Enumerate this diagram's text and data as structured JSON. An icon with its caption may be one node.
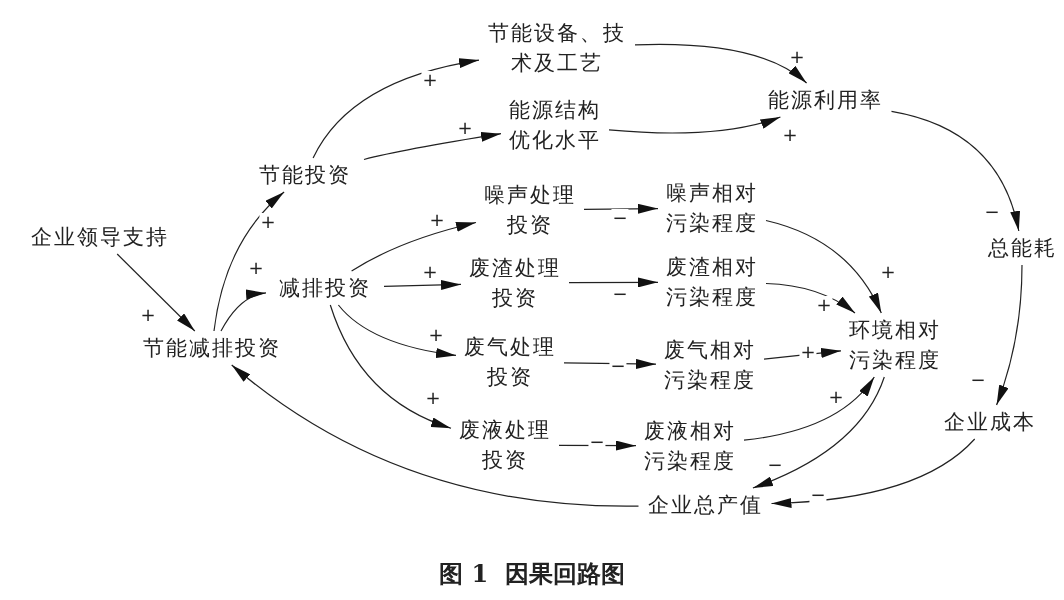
{
  "diagram": {
    "caption": "图 1  因果回路图",
    "nodes": [
      {
        "text": [
          "企业领导支持"
        ]
      },
      {
        "text": [
          "节能减排投资"
        ]
      },
      {
        "text": [
          "节能投资"
        ]
      },
      {
        "text": [
          "减排投资"
        ]
      },
      {
        "text": [
          "节能设备、技术及工艺"
        ]
      },
      {
        "text": [
          "能源结构优化水平"
        ]
      },
      {
        "text": [
          "能源利用率"
        ]
      },
      {
        "text": [
          "噪声处理投资"
        ]
      },
      {
        "text": [
          "废渣处理投资"
        ]
      },
      {
        "text": [
          "废气处理投资"
        ]
      },
      {
        "text": [
          "废液处理投资"
        ]
      },
      {
        "text": [
          "噪声相对污染程度"
        ]
      },
      {
        "text": [
          "废渣相对污染程度"
        ]
      },
      {
        "text": [
          "废气相对污染程度"
        ]
      },
      {
        "text": [
          "废液相对污染程度"
        ]
      },
      {
        "text": [
          "环境相对污染程度"
        ]
      },
      {
        "text": [
          "总能耗"
        ]
      },
      {
        "text": [
          "企业成本"
        ]
      },
      {
        "text": [
          "企业总产值"
        ]
      }
    ],
    "edges": [
      {
        "from": 0,
        "to": 1,
        "arrow": "to",
        "label": "+"
      },
      {
        "from": 1,
        "to": 2,
        "arrow": "to",
        "label": "+"
      },
      {
        "from": 1,
        "to": 3,
        "arrow": "to",
        "label": "+"
      },
      {
        "from": 2,
        "to": 4,
        "arrow": "to",
        "label": "+"
      },
      {
        "from": 2,
        "to": 5,
        "arrow": "to",
        "label": "+"
      },
      {
        "from": 4,
        "to": 6,
        "arrow": "to",
        "label": "+"
      },
      {
        "from": 5,
        "to": 6,
        "arrow": "to",
        "label": "+"
      },
      {
        "from": 6,
        "to": 16,
        "arrow": "to",
        "label": "−"
      },
      {
        "from": 16,
        "to": 17,
        "arrow": "to",
        "label": "−"
      },
      {
        "from": 17,
        "to": 18,
        "arrow": "to",
        "label": "−"
      },
      {
        "from": 15,
        "to": 18,
        "arrow": "to",
        "label": "−"
      },
      {
        "from": 18,
        "to": 1,
        "arrow": "to"
      },
      {
        "from": 3,
        "to": 7,
        "arrow": "to",
        "label": "+"
      },
      {
        "from": 3,
        "to": 8,
        "arrow": "to",
        "label": "+"
      },
      {
        "from": 3,
        "to": 9,
        "arrow": "to",
        "label": "+"
      },
      {
        "from": 3,
        "to": 10,
        "arrow": "to",
        "label": "+"
      },
      {
        "from": 7,
        "to": 11,
        "arrow": "to",
        "label": "−"
      },
      {
        "from": 8,
        "to": 12,
        "arrow": "to",
        "label": "−"
      },
      {
        "from": 9,
        "to": 13,
        "arrow": "to",
        "label": "−"
      },
      {
        "from": 10,
        "to": 14,
        "arrow": "to",
        "label": "−"
      },
      {
        "from": 11,
        "to": 15,
        "arrow": "to",
        "label": "+"
      },
      {
        "from": 12,
        "to": 15,
        "arrow": "to",
        "label": "+"
      },
      {
        "from": 13,
        "to": 15,
        "arrow": "to",
        "label": "+"
      },
      {
        "from": 14,
        "to": 15,
        "arrow": "to",
        "label": "+"
      }
    ]
  }
}
